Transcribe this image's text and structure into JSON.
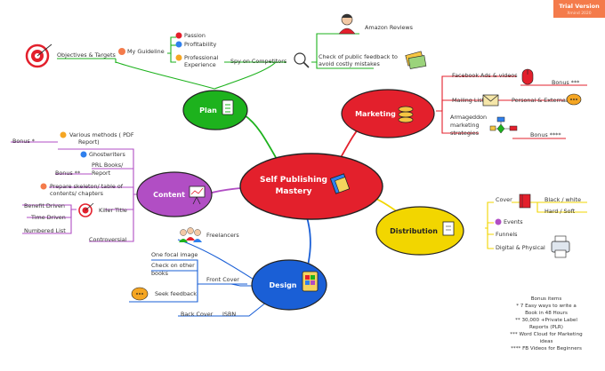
{
  "trial": {
    "title": "Trial Version",
    "sub": "Xmind 2020"
  },
  "center": {
    "line1": "Self Publishing",
    "line2": "Mastery",
    "color": "#e3202c"
  },
  "plan": {
    "label": "Plan",
    "color": "#1db21d",
    "objectives": "Objectives & Targets",
    "guideline": "My Guideline",
    "passion": "Passion",
    "profitability": "Profitability",
    "experience_1": "Professional",
    "experience_2": "Experience",
    "spy": "Spy on Competitors",
    "amazon": "Amazon Reviews",
    "check_1": "Check of public feedback to",
    "check_2": "avoid costly mistakes"
  },
  "marketing": {
    "label": "Marketing",
    "color": "#e3202c",
    "facebook": "Facebook Ads & videos",
    "bonus1": "Bonus ***",
    "mailing": "Mailing List",
    "personal": "Personal & External",
    "armageddon_1": "Armageddon",
    "armageddon_2": "marketing",
    "armageddon_3": "strategies",
    "bonus2": "Bonus ****"
  },
  "distribution": {
    "label": "Distribution",
    "color": "#f2d600",
    "cover": "Cover",
    "black_white": "Black / white",
    "hard_soft": "Hard / Soft",
    "events": "Events",
    "funnels": "Funnels",
    "digital": "Digital & Physical"
  },
  "design": {
    "label": "Design",
    "color": "#1a5fd6",
    "freelancers": "Freelancers",
    "focal": "One focal image",
    "check_other_1": "Check on other",
    "check_other_2": "books",
    "front_cover": "Front Cover",
    "seek": "Seek feedback",
    "back_cover": "Back Cover",
    "isbn": "ISBN"
  },
  "content": {
    "label": "Content",
    "color": "#b14ec4",
    "bonus_star": "Bonus *",
    "various_1": "Various methods ( PDF",
    "various_2": "Report)",
    "ghostwriters": "Ghostwriters",
    "plr_1": "PRL Books/",
    "plr_2": "Report",
    "bonus_2star": "Bonus **",
    "prepare_1": "Prepare skeleton/ table of",
    "prepare_2": "contents/ chapters",
    "benefit": "Benefit Driven",
    "time": "Time Driven",
    "numbered": "Numbered List",
    "killer": "Killer Title",
    "controversial": "Controversial"
  },
  "bonus_items": {
    "title": "Bonus items",
    "l1": "* 7 Easy ways to write a",
    "l2": "Book in 48 Hours",
    "l3": "** 30,000 +Private Label",
    "l4": "Reports (PLR)",
    "l5": "*** Word Cloud for Marketing",
    "l6": "ideas",
    "l7": "**** FB Videos for Beginners"
  }
}
